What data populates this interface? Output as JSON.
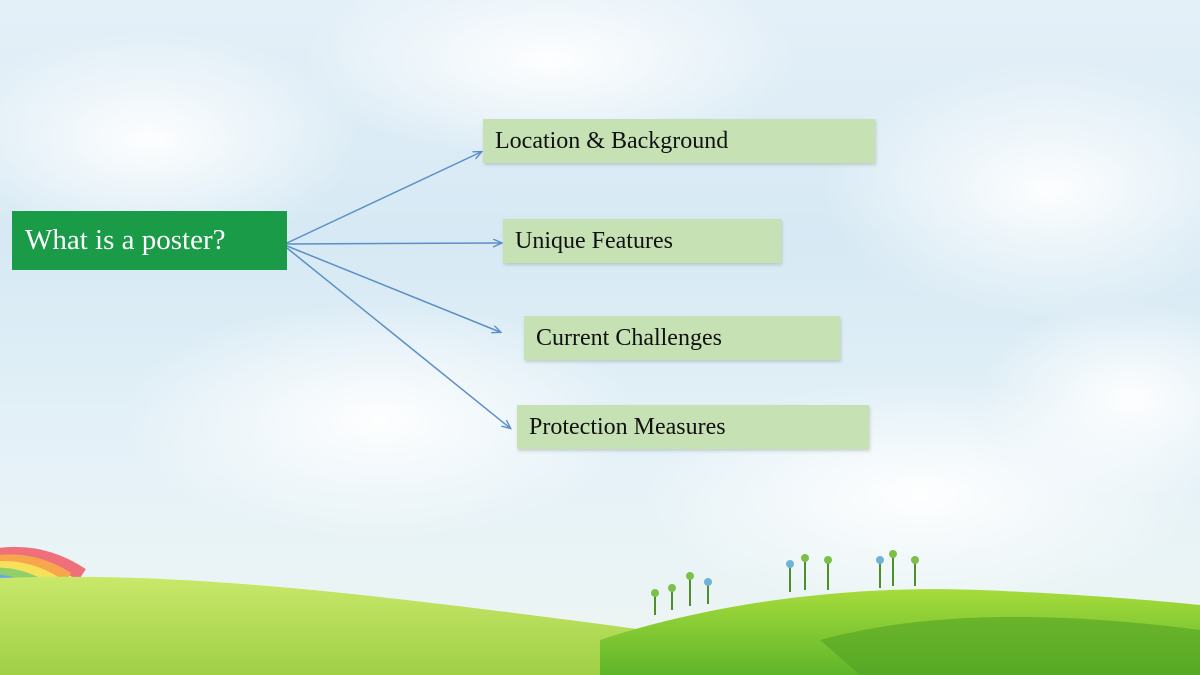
{
  "diagram": {
    "root": {
      "label": "What is a poster?"
    },
    "branches": [
      {
        "label": "Location & Background"
      },
      {
        "label": "Unique Features"
      },
      {
        "label": "Current Challenges"
      },
      {
        "label": "Protection Measures"
      }
    ]
  },
  "colors": {
    "root_fill": "#1a9b48",
    "branch_fill": "#c6e2b5",
    "connector": "#5b8fc7"
  }
}
